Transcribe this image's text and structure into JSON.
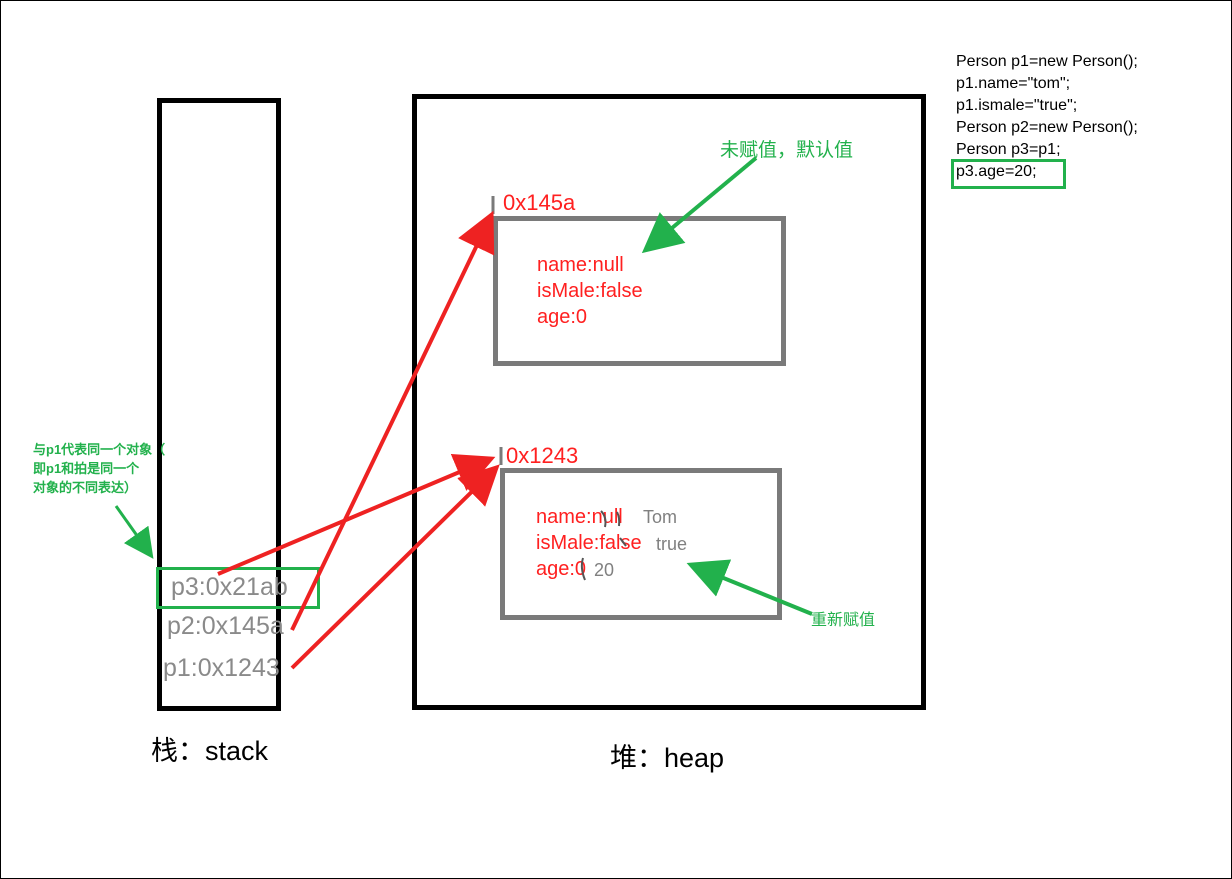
{
  "code": {
    "lines": [
      "Person p1=new Person();",
      "p1.name=\"tom\";",
      "p1.ismale=\"true\";",
      "Person p2=new Person();",
      "Person p3=p1;",
      "p3.age=20;"
    ]
  },
  "stack": {
    "caption": "栈：stack",
    "items": [
      "p3:0x21ab",
      "p2:0x145a",
      "p1:0x1243"
    ]
  },
  "heap": {
    "caption": "堆：heap",
    "objects": [
      {
        "address": "0x145a",
        "fields": [
          "name:null",
          "isMale:false",
          "age:0"
        ]
      },
      {
        "address": "0x1243",
        "fields": [
          "name:null",
          "isMale:false",
          "age:0"
        ],
        "new_values": [
          "Tom",
          "true",
          "20"
        ]
      }
    ]
  },
  "notes": {
    "default_value": "未赋值，默认值",
    "reassigned": "重新赋值",
    "same_object": [
      "与p1代表同一个对象（",
      "即p1和拍是同一个",
      "对象的不同表达）"
    ]
  },
  "colors": {
    "arrow_red": "#ee2222",
    "highlight_green": "#22b14c",
    "object_border": "#7a7a7a"
  }
}
